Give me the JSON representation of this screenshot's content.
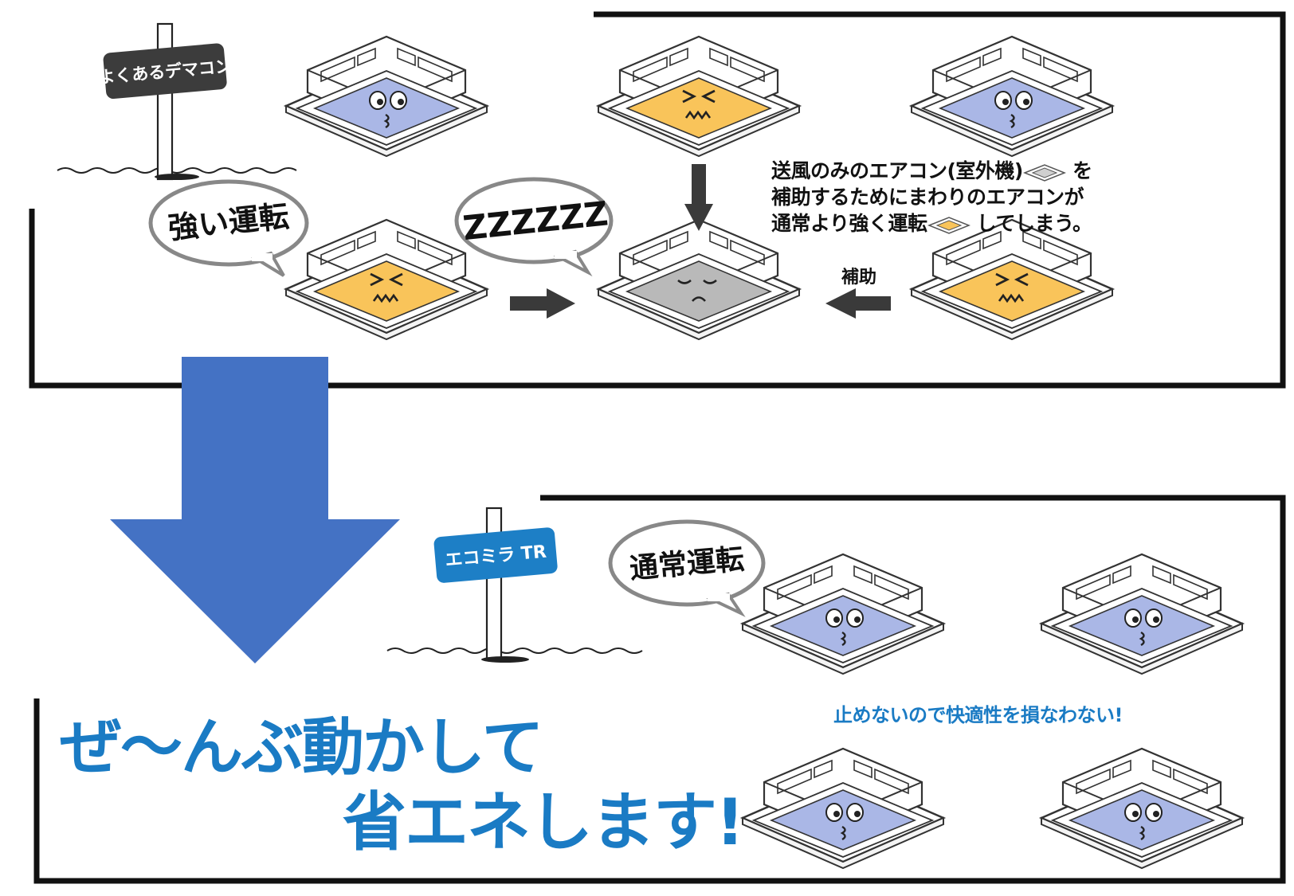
{
  "top_panel": {
    "sign": "よくあるデマコン",
    "bubble_strong": "強い運転",
    "bubble_sleep": "ZZZZZZ",
    "caption_lines": [
      "送風のみのエアコン(室外機)",
      "を",
      "補助するためにまわりのエアコンが",
      "通常より強く運転",
      "してしまう。"
    ],
    "assist_label": "補助"
  },
  "bottom_panel": {
    "sign": "エコミラ TR",
    "bubble_normal": "通常運転",
    "caption": "止めないので快適性を損なわない!",
    "headline_line1": "ぜ〜んぶ動かして",
    "headline_line2": "省エネします!"
  },
  "colors": {
    "calm_face": "#aab7e6",
    "stressed_face": "#f9c45a",
    "idle_face": "#b9b9b9",
    "down_arrow": "#4472c4",
    "accent_blue": "#1a7bc4",
    "bottom_sign": "#1d7fc6",
    "top_sign": "#3c3c3c"
  }
}
